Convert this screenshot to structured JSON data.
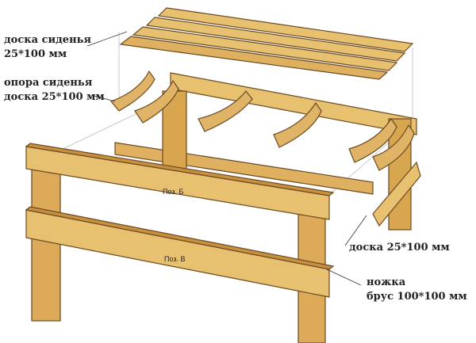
{
  "labels": {
    "seat_board": [
      "доска сиденья",
      "25*100 мм"
    ],
    "seat_support": [
      "опора сиденья",
      "доска 25*100 мм"
    ],
    "board": "доска 25*100 мм",
    "leg": [
      "ножка",
      "брус 100*100 мм"
    ],
    "pos_b": "Поз. Б",
    "pos_v": "Поз. В"
  },
  "colors": {
    "wood": "#e8c170",
    "wood_dark": "#c8903e",
    "outline": "#6b4a22"
  }
}
